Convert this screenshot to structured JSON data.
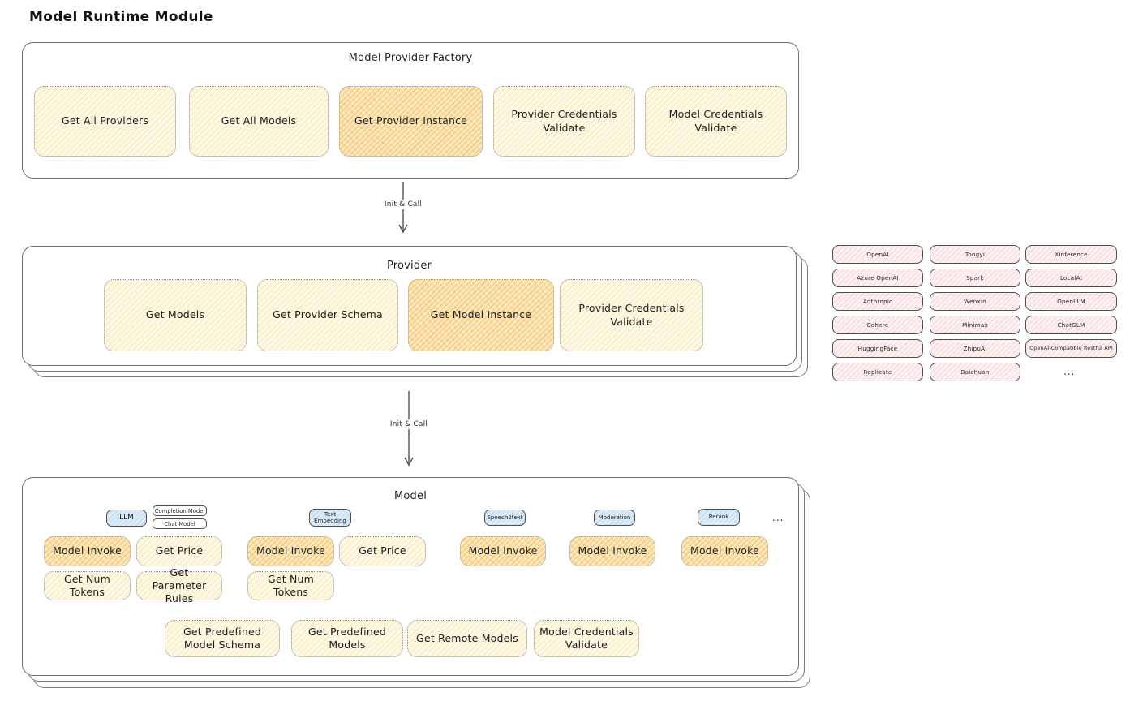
{
  "diagram_title": "Model Runtime Module",
  "colors": {
    "node_yellow": "#fdf8e6",
    "node_highlight_orange": "#fbeac2",
    "provider_pink": "#fdf1f1",
    "badge_blue": "#dcecf9",
    "panel_border": "#6e6e6e",
    "text": "#1f1f1f"
  },
  "factory": {
    "title": "Model Provider Factory",
    "nodes": [
      {
        "label": "Get All Providers",
        "highlighted": false
      },
      {
        "label": "Get All Models",
        "highlighted": false
      },
      {
        "label": "Get Provider Instance",
        "highlighted": true
      },
      {
        "label": "Provider Credentials Validate",
        "highlighted": false
      },
      {
        "label": "Model Credentials Validate",
        "highlighted": false
      }
    ]
  },
  "arrows": [
    {
      "label": "Init & Call"
    },
    {
      "label": "Init & Call"
    }
  ],
  "provider": {
    "title": "Provider",
    "nodes": [
      {
        "label": "Get Models",
        "highlighted": false
      },
      {
        "label": "Get Provider Schema",
        "highlighted": false
      },
      {
        "label": "Get Model Instance",
        "highlighted": true
      },
      {
        "label": "Provider Credentials Validate",
        "highlighted": false
      }
    ]
  },
  "provider_catalog": {
    "columns": [
      [
        "OpenAI",
        "Azure OpenAI",
        "Anthropic",
        "Cohere",
        "HuggingFace",
        "Replicate"
      ],
      [
        "Tongyi",
        "Spark",
        "Wenxin",
        "Minimax",
        "ZhipuAI",
        "Baichuan"
      ],
      [
        "Xinference",
        "LocalAI",
        "OpenLLM",
        "ChatGLM",
        "OpenAI-Compatible Restful API"
      ]
    ],
    "more": "..."
  },
  "model": {
    "title": "Model",
    "type_badges": {
      "llm": "LLM",
      "completion_model": "Completion Model",
      "chat_model": "Chat Model",
      "text_embedding": "Text Embedding",
      "speech2text": "Speech2text",
      "moderation": "Moderation",
      "rerank": "Rerank",
      "more": "..."
    },
    "nodes": {
      "model_invoke": "Model Invoke",
      "get_price": "Get Price",
      "get_num_tokens": "Get Num Tokens",
      "get_parameter_rules": "Get Parameter Rules",
      "get_predefined_model_schema": "Get Predefined Model Schema",
      "get_predefined_models": "Get Predefined Models",
      "get_remote_models": "Get Remote Models",
      "model_credentials_validate": "Model Credentials Validate"
    }
  }
}
